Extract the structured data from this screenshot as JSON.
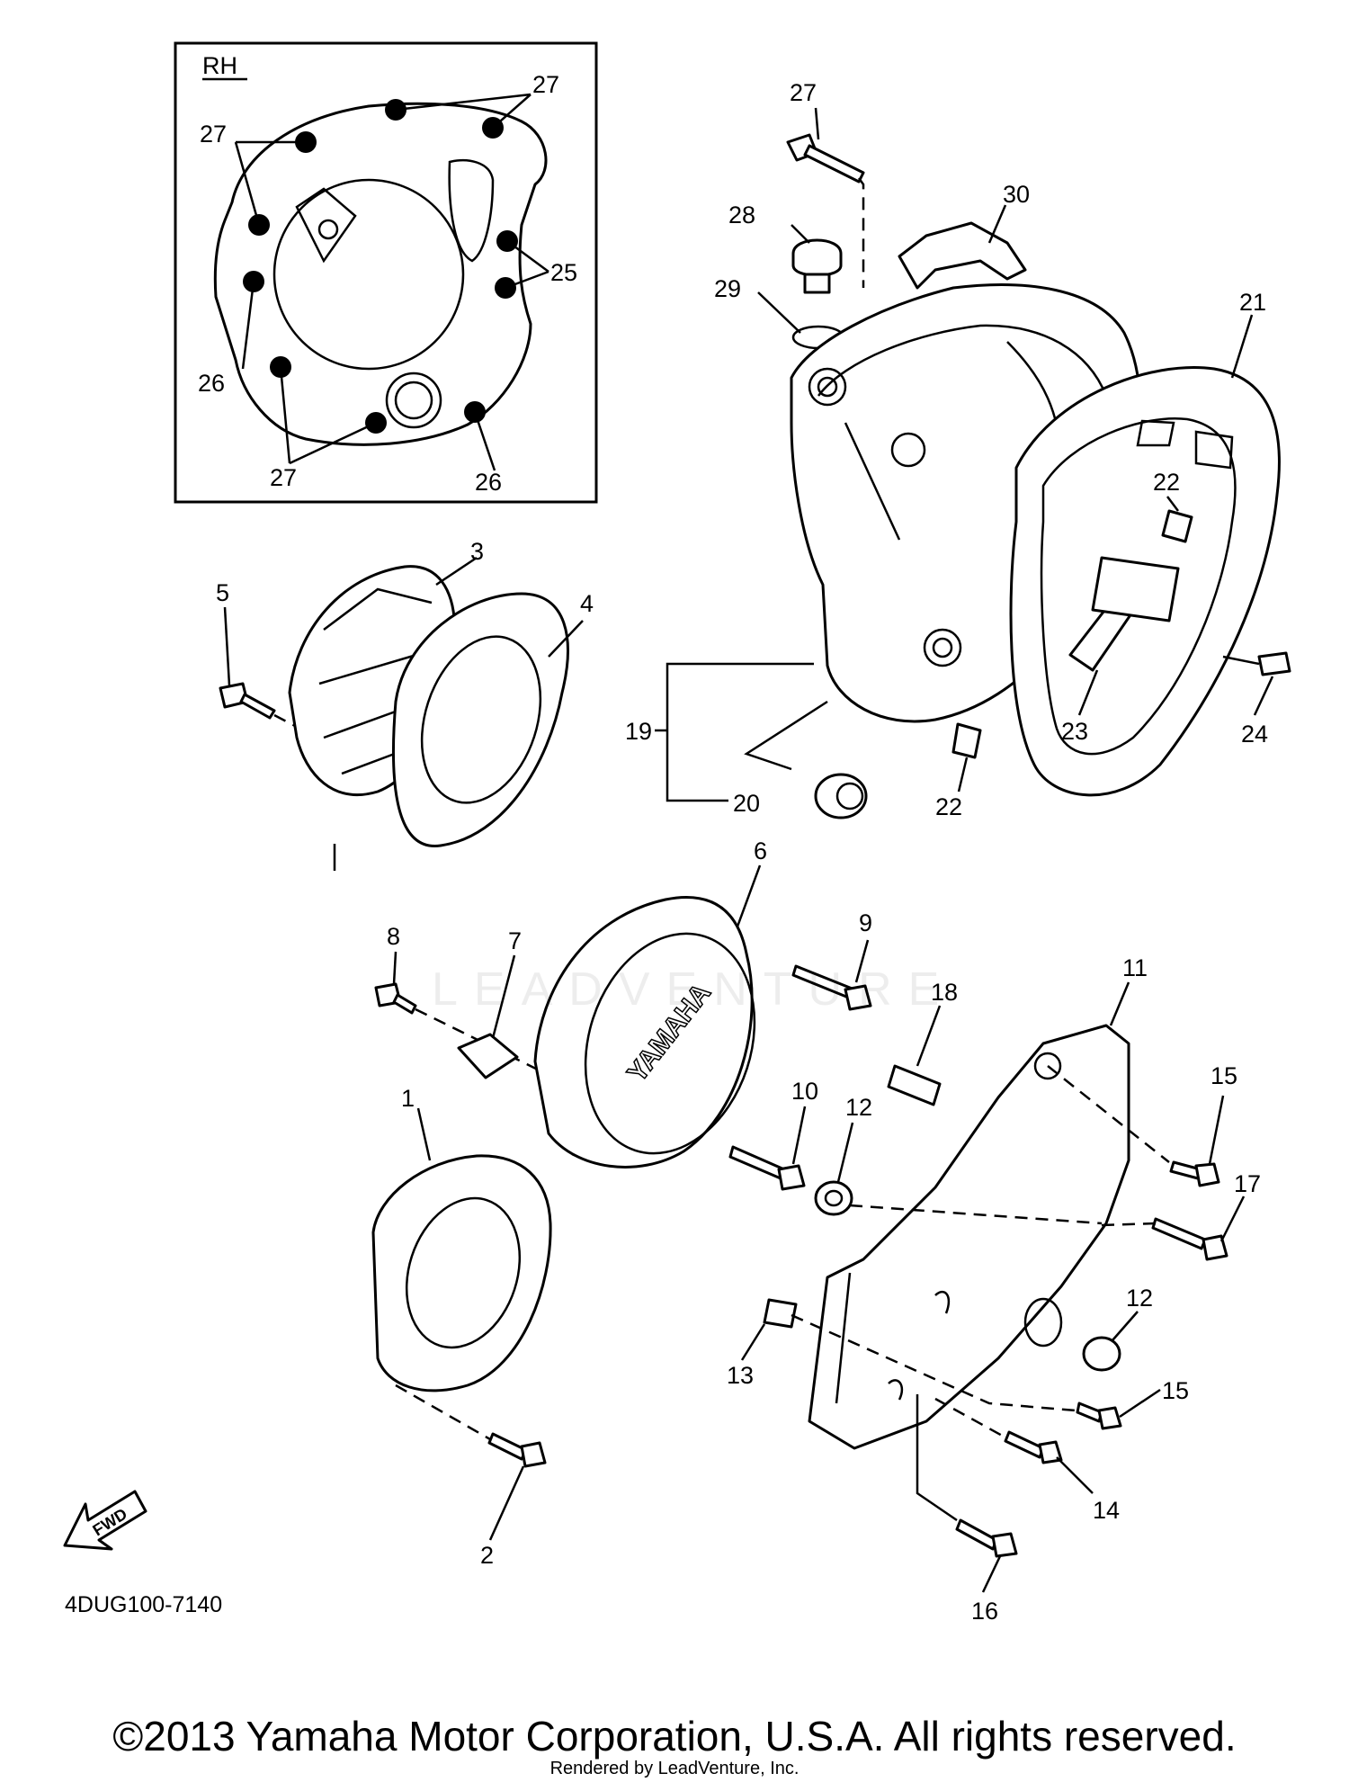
{
  "inset": {
    "label": "RH",
    "callouts": [
      "27",
      "27",
      "25",
      "26",
      "27",
      "26"
    ]
  },
  "callouts": {
    "p1": "1",
    "p2": "2",
    "p3": "3",
    "p4": "4",
    "p5": "5",
    "p6": "6",
    "p7": "7",
    "p8": "8",
    "p9": "9",
    "p10": "10",
    "p11": "11",
    "p12a": "12",
    "p12b": "12",
    "p13": "13",
    "p14": "14",
    "p15a": "15",
    "p15b": "15",
    "p16": "16",
    "p17": "17",
    "p18": "18",
    "p19": "19",
    "p20": "20",
    "p21": "21",
    "p22a": "22",
    "p22b": "22",
    "p23": "23",
    "p24": "24",
    "p27": "27",
    "p28": "28",
    "p29": "29",
    "p30": "30"
  },
  "fwd_label": "FWD",
  "cover_brand": "YAMAHA",
  "diagram_code": "4DUG100-7140",
  "watermark": "LEADVENTURE",
  "copyright": "©2013 Yamaha Motor Corporation, U.S.A. All rights reserved.",
  "rendered_by": "Rendered by LeadVenture, Inc."
}
